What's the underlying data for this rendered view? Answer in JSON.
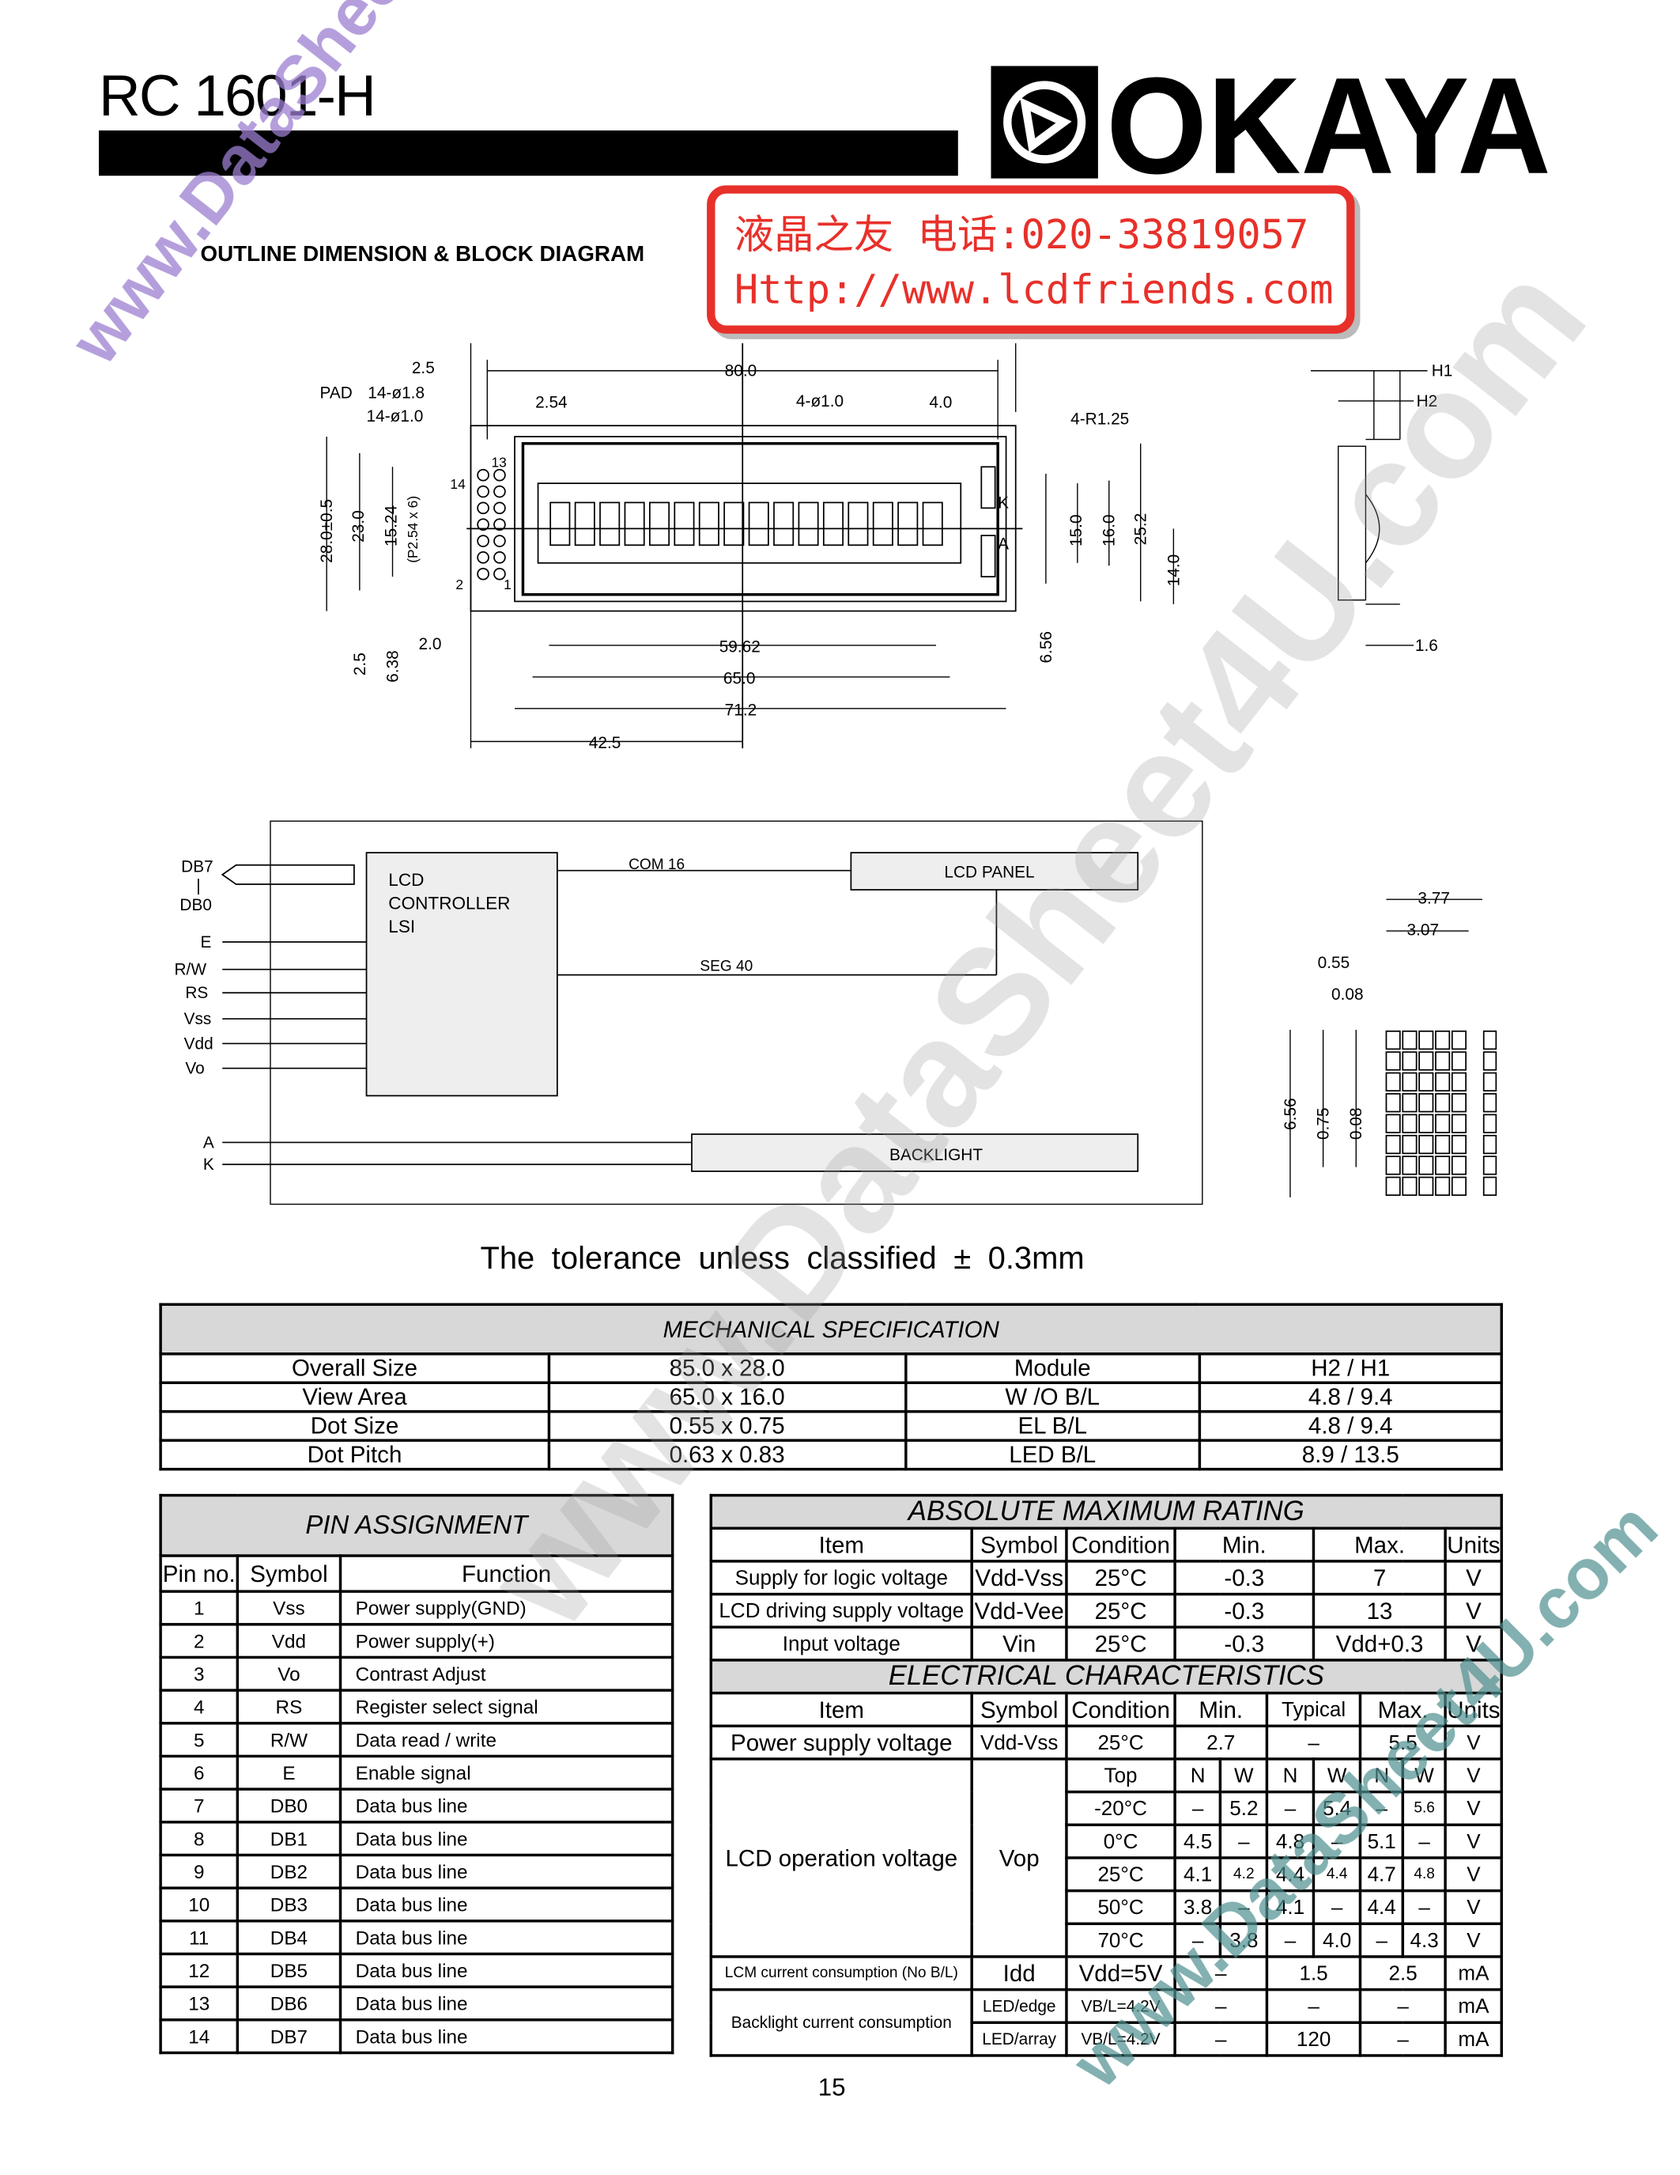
{
  "header": {
    "title": "RC 1601-H",
    "brand": "OKAYA"
  },
  "stamp": {
    "line1": "液晶之友 电话:020-33819057",
    "line2": "Http://www.lcdfriends.com"
  },
  "outline_title": "OUTLINE  DIMENSION & BLOCK DIAGRAM",
  "dims": {
    "d2_5a": "2.5",
    "d80": "80.0",
    "pad": "PAD",
    "pad14": "14-ø1.8",
    "pad14b": "14-ø1.0",
    "d2_54": "2.54",
    "hole": "4-ø1.0",
    "d4": "4.0",
    "r125": "4-R1.25",
    "h1": "H1",
    "h2": "H2",
    "p13": "13",
    "p14": "14",
    "p2": "2",
    "p1": "1",
    "k": "K",
    "a": "A",
    "d28": "28.0±0.5",
    "d23": "23.0",
    "d1524": "15.24",
    "p254": "(P2.54 x 6)",
    "d15": "15.0",
    "d16": "16.0",
    "d252": "25.2",
    "d14": "14.0",
    "d656": "6.56",
    "d2_5b": "2.5",
    "d638": "6.38",
    "d2": "2.0",
    "d5962": "59.62",
    "d65": "65.0",
    "d712": "71.2",
    "d425": "42.5",
    "d16b": "1.6",
    "d377": "3.77",
    "d307": "3.07",
    "d055": "0.55",
    "d008": "0.08",
    "d656b": "6.56",
    "d075": "0.75",
    "d008b": "0.08"
  },
  "block": {
    "db7": "DB7",
    "bar": "|",
    "db0": "DB0",
    "e": "E",
    "rw": "R/W",
    "rs": "RS",
    "vss": "Vss",
    "vdd": "Vdd",
    "vo": "Vo",
    "a": "A",
    "k": "K",
    "ctrl1": "LCD",
    "ctrl2": "CONTROLLER",
    "ctrl3": "LSI",
    "com": "COM 16",
    "seg": "SEG  40",
    "panel": "LCD PANEL",
    "backlight": "BACKLIGHT"
  },
  "tolerance": "The  tolerance  unless  classified ± 0.3mm",
  "mech": {
    "title": "MECHANICAL  SPECIFICATION",
    "rows": [
      [
        "Overall Size",
        "85.0 x 28.0",
        "Module",
        "H2 / H1"
      ],
      [
        "View Area",
        "65.0 x 16.0",
        "W /O  B/L",
        "4.8 / 9.4"
      ],
      [
        "Dot Size",
        "0.55 x 0.75",
        "EL B/L",
        "4.8 / 9.4"
      ],
      [
        "Dot Pitch",
        "0.63 x 0.83",
        "LED B/L",
        "8.9 / 13.5"
      ]
    ]
  },
  "pin": {
    "title": "PIN  ASSIGNMENT",
    "headers": [
      "Pin no.",
      "Symbol",
      "Function"
    ],
    "rows": [
      [
        "1",
        "Vss",
        "Power supply(GND)"
      ],
      [
        "2",
        "Vdd",
        "Power supply(+)"
      ],
      [
        "3",
        "Vo",
        "Contrast Adjust"
      ],
      [
        "4",
        "RS",
        "Register select signal"
      ],
      [
        "5",
        "R/W",
        "Data read / write"
      ],
      [
        "6",
        "E",
        "Enable signal"
      ],
      [
        "7",
        "DB0",
        "Data bus line"
      ],
      [
        "8",
        "DB1",
        "Data bus line"
      ],
      [
        "9",
        "DB2",
        "Data bus line"
      ],
      [
        "10",
        "DB3",
        "Data bus line"
      ],
      [
        "11",
        "DB4",
        "Data bus line"
      ],
      [
        "12",
        "DB5",
        "Data bus line"
      ],
      [
        "13",
        "DB6",
        "Data bus line"
      ],
      [
        "14",
        "DB7",
        "Data bus line"
      ]
    ]
  },
  "abs": {
    "title": "ABSOLUTE MAXIMUM RATING",
    "headers": [
      "Item",
      "Symbol",
      "Condition",
      "Min.",
      "Max.",
      "Units"
    ],
    "rows": [
      [
        "Supply for logic voltage",
        "Vdd-Vss",
        "25°C",
        "-0.3",
        "7",
        "V"
      ],
      [
        "LCD driving supply voltage",
        "Vdd-Vee",
        "25°C",
        "-0.3",
        "13",
        "V"
      ],
      [
        "Input voltage",
        "Vin",
        "25°C",
        "-0.3",
        "Vdd+0.3",
        "V"
      ]
    ]
  },
  "elec": {
    "title": "ELECTRICAL CHARACTERISTICS",
    "headers": [
      "Item",
      "Symbol",
      "Condition",
      "Min.",
      "Typical",
      "Max.",
      "Units"
    ],
    "power": [
      "Power supply voltage",
      "Vdd-Vss",
      "25°C",
      "2.7",
      "–",
      "5.5",
      "V"
    ],
    "lcd_item": "LCD operation voltage",
    "lcd_symbol": "Vop",
    "lcd_rows": [
      [
        "Top",
        "N",
        "W",
        "N",
        "W",
        "N",
        "W",
        "V"
      ],
      [
        "-20°C",
        "–",
        "5.2",
        "–",
        "5.4",
        "–",
        "5.6",
        "V"
      ],
      [
        "0°C",
        "4.5",
        "–",
        "4.8",
        "–",
        "5.1",
        "–",
        "V"
      ],
      [
        "25°C",
        "4.1",
        "4.2",
        "4.4",
        "4.4",
        "4.7",
        "4.8",
        "V"
      ],
      [
        "50°C",
        "3.8",
        "–",
        "4.1",
        "–",
        "4.4",
        "–",
        "V"
      ],
      [
        "70°C",
        "–",
        "3.8",
        "–",
        "4.0",
        "–",
        "4.3",
        "V"
      ]
    ],
    "idd": [
      "LCM current consumption (No B/L)",
      "Idd",
      "Vdd=5V",
      "–",
      "1.5",
      "2.5",
      "mA"
    ],
    "bl_item": "Backlight current consumption",
    "bl_rows": [
      [
        "LED/edge",
        "VB/L=4.2V",
        "–",
        "–",
        "–",
        "mA"
      ],
      [
        "LED/array",
        "VB/L=4.2V",
        "–",
        "120",
        "–",
        "mA"
      ]
    ]
  },
  "page_number": "15",
  "watermarks": {
    "w1": "www.DataSheet4U.com",
    "w2": "www.DataSheet4U.com",
    "w3": "www.DataSheet4U.com"
  },
  "colors": {
    "stamp": "#e8302a",
    "header_fill": "#d8d8d8",
    "watermark_top": "#9b7fd0",
    "watermark_bottom": "#4f8f8f"
  }
}
